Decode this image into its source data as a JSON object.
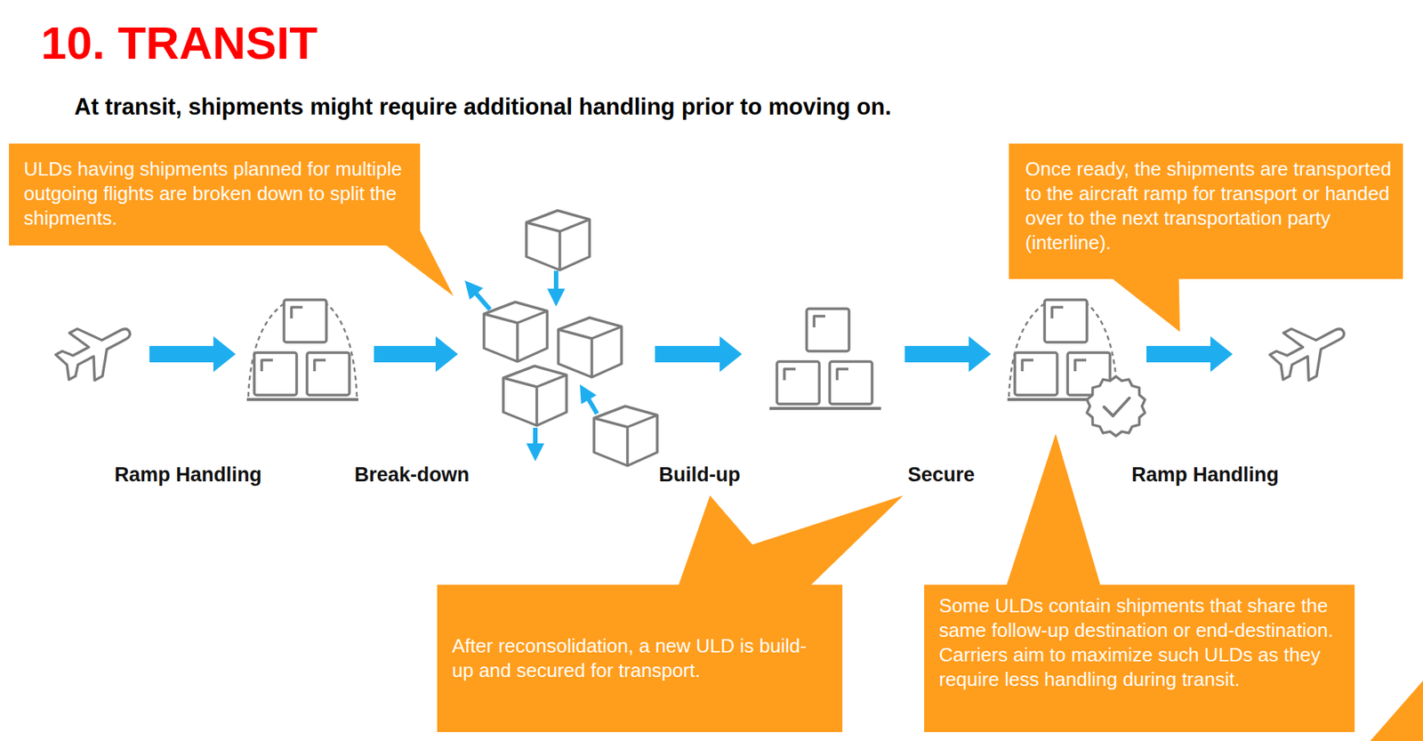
{
  "diagram": {
    "title": "10. TRANSIT",
    "nodes": [
      {
        "text": [
          "ULDs having shipments planned for multiple outgoing flights are broken down to split the shipments."
        ]
      },
      {
        "text": [
          "Once ready, the shipments are transported to the aircraft ramp for transport or handed over to the next transportation party (interline)."
        ]
      },
      {
        "text": [
          "After reconsolidation, a new ULD is build-up and secured for transport."
        ]
      },
      {
        "text": [
          "Some ULDs contain shipments that share the same follow-up destination or end-destination. Carriers aim to maximize such ULDs as they require less handling during transit."
        ]
      }
    ],
    "labels": [
      "At transit, shipments might require additional handling prior to moving on.",
      "Ramp Handling",
      "Break-down",
      "Build-up",
      "Secure",
      "Ramp Handling"
    ]
  }
}
